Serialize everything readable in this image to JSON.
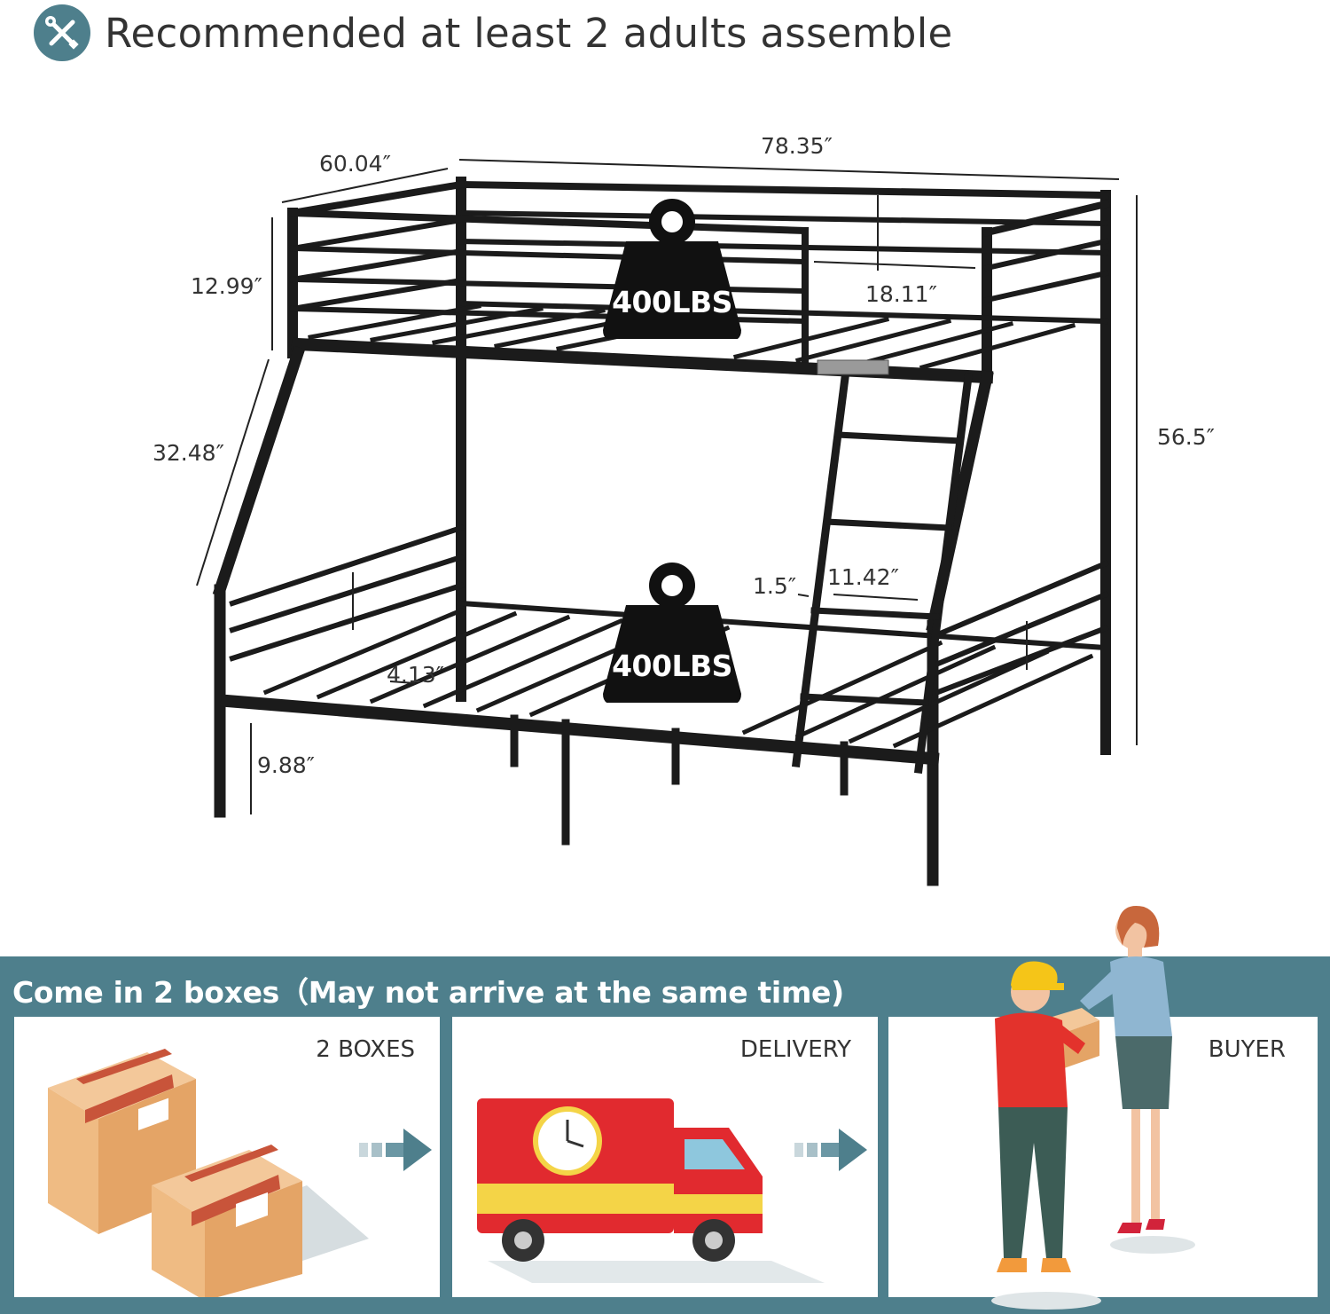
{
  "header": {
    "icon": "wrench-screwdriver-icon",
    "text": "Recommended at least 2 adults assemble",
    "accent_color": "#4e7f8c"
  },
  "dimensions": {
    "depth": "60.04″",
    "length": "78.35″",
    "guardrail_height": "12.99″",
    "ladder_rail_length": "32.48″",
    "total_height": "56.5″",
    "guardrail_gap": "18.11″",
    "ladder_step_depth": "1.5″",
    "ladder_width": "11.42″",
    "slat_gap": "4.13″",
    "under_bed_clearance": "9.88″"
  },
  "capacity": {
    "top_bunk": "400LBS",
    "bottom_bunk": "400LBS",
    "icon": "weight-icon"
  },
  "shipping": {
    "title": "Come in 2 boxes（May not arrive at the same time)",
    "steps": [
      {
        "label": "2 BOXES",
        "icon": "boxes-icon"
      },
      {
        "label": "DELIVERY",
        "icon": "delivery-truck-icon"
      },
      {
        "label": "BUYER",
        "icon": "buyer-receiving-package-icon"
      }
    ]
  }
}
